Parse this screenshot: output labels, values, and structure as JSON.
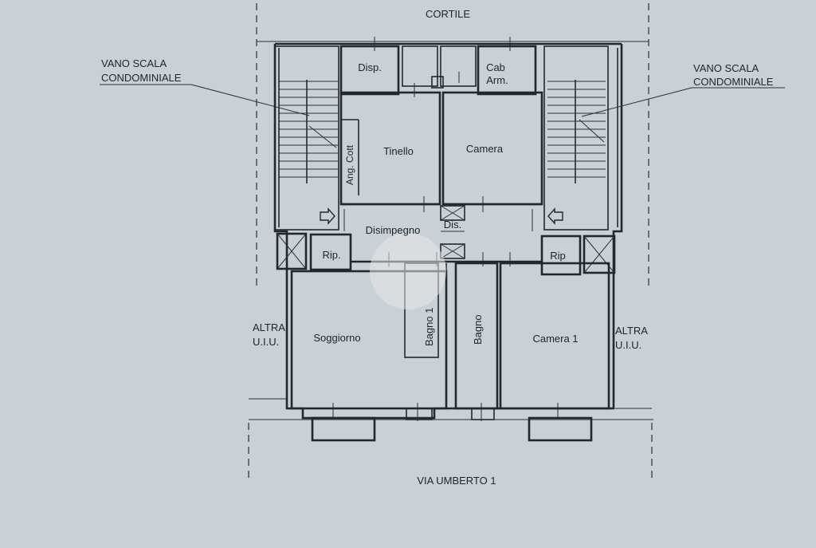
{
  "surroundings": {
    "courtyard": "CORTILE",
    "street": "VIA UMBERTO 1",
    "stair_left": [
      "VANO SCALA",
      "CONDOMINIALE"
    ],
    "stair_right": [
      "VANO SCALA",
      "CONDOMINIALE"
    ],
    "other_unit_left": [
      "ALTRA",
      "U.I.U."
    ],
    "other_unit_right": [
      "ALTRA",
      "U.I.U."
    ]
  },
  "rooms": {
    "disp": "Disp.",
    "cab_arm": [
      "Cab",
      "Arm."
    ],
    "tinello": "Tinello",
    "camera": "Camera",
    "ang_cott": "Ang. Cott",
    "disimpegno": "Disimpegno",
    "dis": "Dis.",
    "rip_left": "Rip.",
    "rip_right": "Rip",
    "soggiorno": "Soggiorno",
    "bagno_1": "Bagno 1",
    "bagno": "Bagno",
    "camera_1": "Camera 1"
  },
  "colors": {
    "paper": "#c9d0d6",
    "ink": "#23282d"
  }
}
